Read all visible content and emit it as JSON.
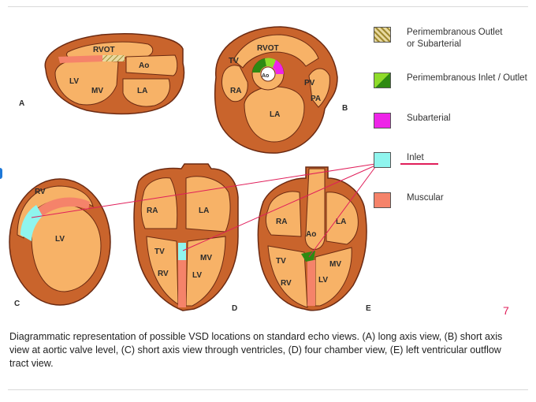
{
  "colors": {
    "muscle": "#c9642c",
    "chamber": "#f7b267",
    "outline": "#6b2a12",
    "muscular": "#f5836a",
    "inlet": "#8ff5ee",
    "subarterial": "#ee24e8",
    "inlet_outlet_light": "#8fdc2a",
    "inlet_outlet_dark": "#2e8a12",
    "subarterial_hatch": "#c8b24a",
    "pointer_line": "#e01e5a"
  },
  "panels": {
    "a": {
      "letter": "A",
      "rvot": "RVOT",
      "ao": "Ao",
      "lv": "LV",
      "mv": "MV",
      "la": "LA"
    },
    "b": {
      "letter": "B",
      "rvot": "RVOT",
      "tv": "TV",
      "ra": "RA",
      "ao": "Ao",
      "la": "LA",
      "pv": "PV",
      "pa": "PA"
    },
    "c": {
      "letter": "C",
      "rv": "RV",
      "lv": "LV"
    },
    "d": {
      "letter": "D",
      "ra": "RA",
      "la": "LA",
      "tv": "TV",
      "mv": "MV",
      "rv": "RV",
      "lv": "LV"
    },
    "e": {
      "letter": "E",
      "ra": "RA",
      "la": "LA",
      "ao": "Ao",
      "tv": "TV",
      "mv": "MV",
      "rv": "RV",
      "lv": "LV"
    }
  },
  "legend": [
    {
      "id": "perimembranous-outlet",
      "label": "Perimembranous Outlet\nor Subarterial",
      "swatch": "hatched"
    },
    {
      "id": "perimembranous-inlet-outlet",
      "label": "Perimembranous Inlet / Outlet",
      "swatch": "split"
    },
    {
      "id": "subarterial",
      "label": "Subarterial",
      "swatch": "#ee24e8"
    },
    {
      "id": "inlet",
      "label": "Inlet",
      "swatch": "#8ff5ee"
    },
    {
      "id": "muscular",
      "label": "Muscular",
      "swatch": "#f5836a"
    }
  ],
  "page_number": "7",
  "caption": "Diagrammatic representation of possible VSD locations on standard echo views. (A) long axis view, (B) short axis view at aortic valve level, (C) short axis view through ventricles, (D) four chamber view, (E) left ventricular outflow tract view."
}
